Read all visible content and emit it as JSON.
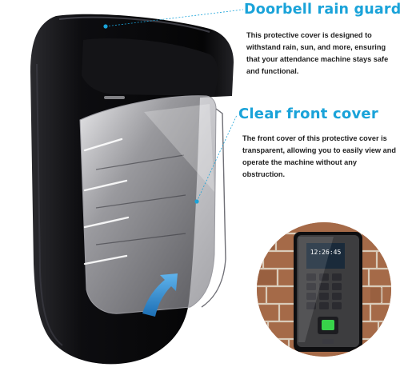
{
  "callouts": {
    "rain_guard": {
      "title": "Doorbell rain guard",
      "body": "This protective cover is designed to withstand rain, sun, and more, ensuring that your attendance machine stays safe and functional."
    },
    "front_cover": {
      "title": "Clear front cover",
      "body": "The front cover of this protective cover is transparent, allowing you to easily view and operate the machine without any obstruction."
    }
  },
  "device_screen": {
    "time": "12:26:45"
  },
  "colors": {
    "accent": "#1aa3d9",
    "cover": "#0b0b0d",
    "arrow": "#2f8fd2",
    "brick": "#a56a48",
    "fingerprint_led": "#38d34a"
  },
  "icons": [
    "leader-dot-icon",
    "curved-arrow-icon",
    "fingerprint-sensor-icon",
    "card-reader-icon"
  ]
}
